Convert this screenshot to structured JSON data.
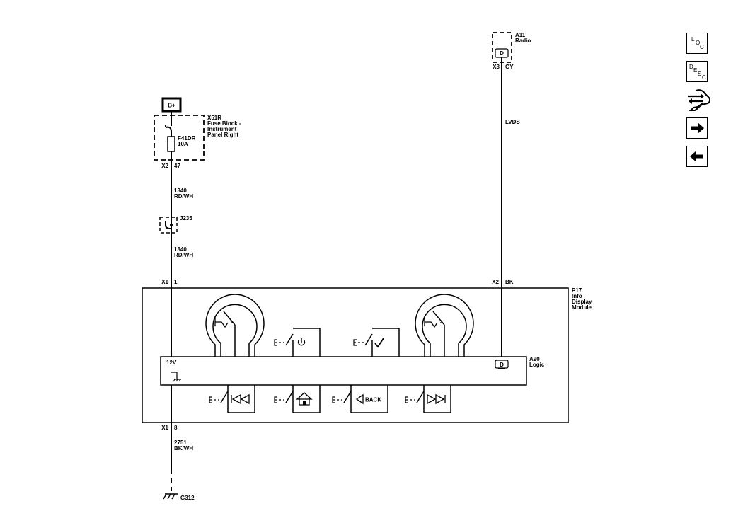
{
  "battery": {
    "label": "B+"
  },
  "fuse_block": {
    "id": "X51R",
    "name_line1": "Fuse Block -",
    "name_line2": "Instrument",
    "name_line3": "Panel Right",
    "fuse_id": "F41DR",
    "fuse_rating": "10A",
    "connector": "X2",
    "pin": "47"
  },
  "wire_1340_a": {
    "circuit": "1340",
    "color": "RD/WH"
  },
  "splice": {
    "id": "J235"
  },
  "wire_1340_b": {
    "circuit": "1340",
    "color": "RD/WH"
  },
  "radio": {
    "id": "A11",
    "name": "Radio",
    "connector": "X3",
    "pin": "GY",
    "terminal": "D"
  },
  "lvds_wire": {
    "label": "LVDS"
  },
  "module": {
    "id": "P17",
    "name_line1": "Info",
    "name_line2": "Display",
    "name_line3": "Module",
    "conn_power": "X1",
    "pin_power": "1",
    "conn_lvds": "X2",
    "pin_lvds": "BK",
    "conn_ground": "X1",
    "pin_ground": "8"
  },
  "logic": {
    "id": "A90",
    "name": "Logic",
    "supply_label": "12V",
    "terminal": "D"
  },
  "buttons": {
    "back_label": "BACK"
  },
  "wire_2751": {
    "circuit": "2751",
    "color": "BK/WH"
  },
  "ground": {
    "id": "G312"
  },
  "nav": {
    "loc_letters": [
      "L",
      "O",
      "C"
    ],
    "desc_letters": [
      "D",
      "E",
      "S",
      "C"
    ]
  }
}
